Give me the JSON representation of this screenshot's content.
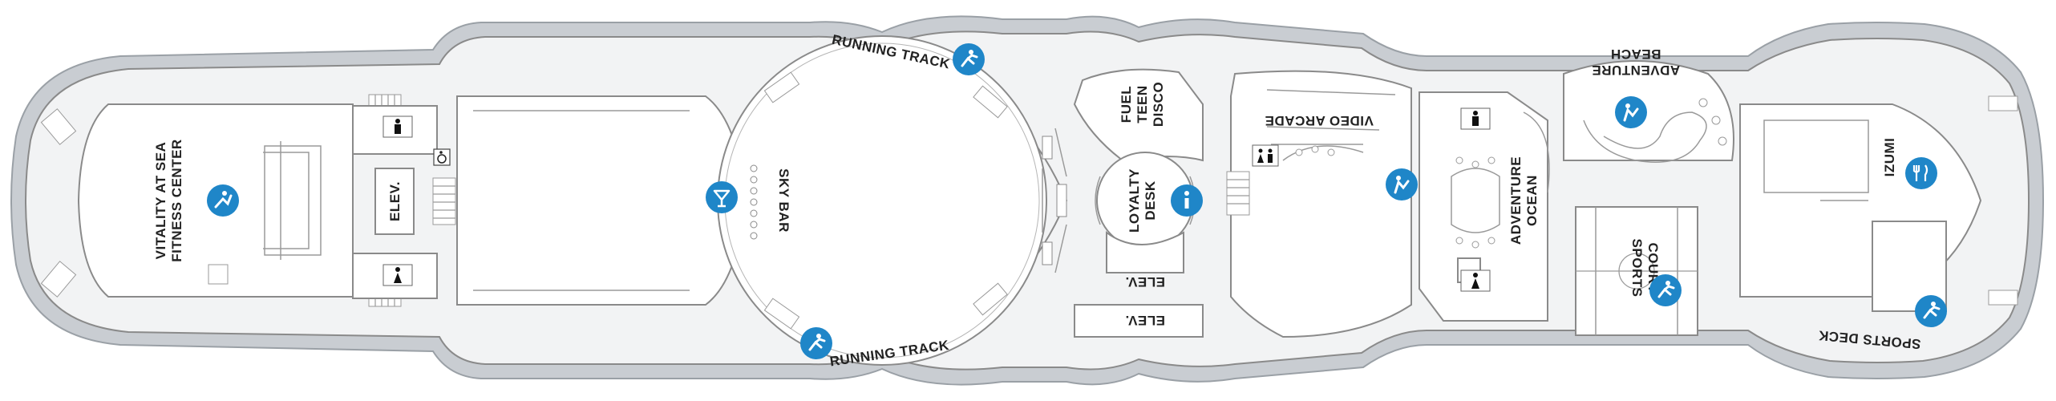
{
  "deck": {
    "colors": {
      "hull_outer": "#c9cdd2",
      "deck_fill": "#f2f3f4",
      "wall": "#8a8a8a",
      "icon_blue": "#1f86c8",
      "text": "#222222"
    },
    "labels": {
      "vitality_l1": "VITALITY AT SEA",
      "vitality_l2": "FITNESS CENTER",
      "elev_fwd": "ELEV.",
      "sky_bar": "SKY BAR",
      "running_track_top": "RUNNING TRACK",
      "running_track_bottom": "RUNNING TRACK",
      "fuel_l1": "FUEL",
      "fuel_l2": "TEEN",
      "fuel_l3": "DISCO",
      "loyalty_l1": "LOYALTY",
      "loyalty_l2": "DESK",
      "elev_mid1": "ELEV.",
      "elev_mid2": "ELEV.",
      "video_arcade": "VIDEO ARCADE",
      "adventure_ocean_l1": "ADVENTURE",
      "adventure_ocean_l2": "OCEAN",
      "adventure_beach_l1": "ADVENTURE",
      "adventure_beach_l2": "BEACH",
      "sports_court_l1": "SPORTS",
      "sports_court_l2": "COURT",
      "izumi": "IZUMI",
      "sports_deck": "SPORTS DECK"
    },
    "icons": [
      "fitness-icon",
      "bar-icon",
      "running-icon",
      "info-icon",
      "kids-icon",
      "restroom-male-icon",
      "restroom-female-icon",
      "wheelchair-icon",
      "dining-icon"
    ]
  }
}
